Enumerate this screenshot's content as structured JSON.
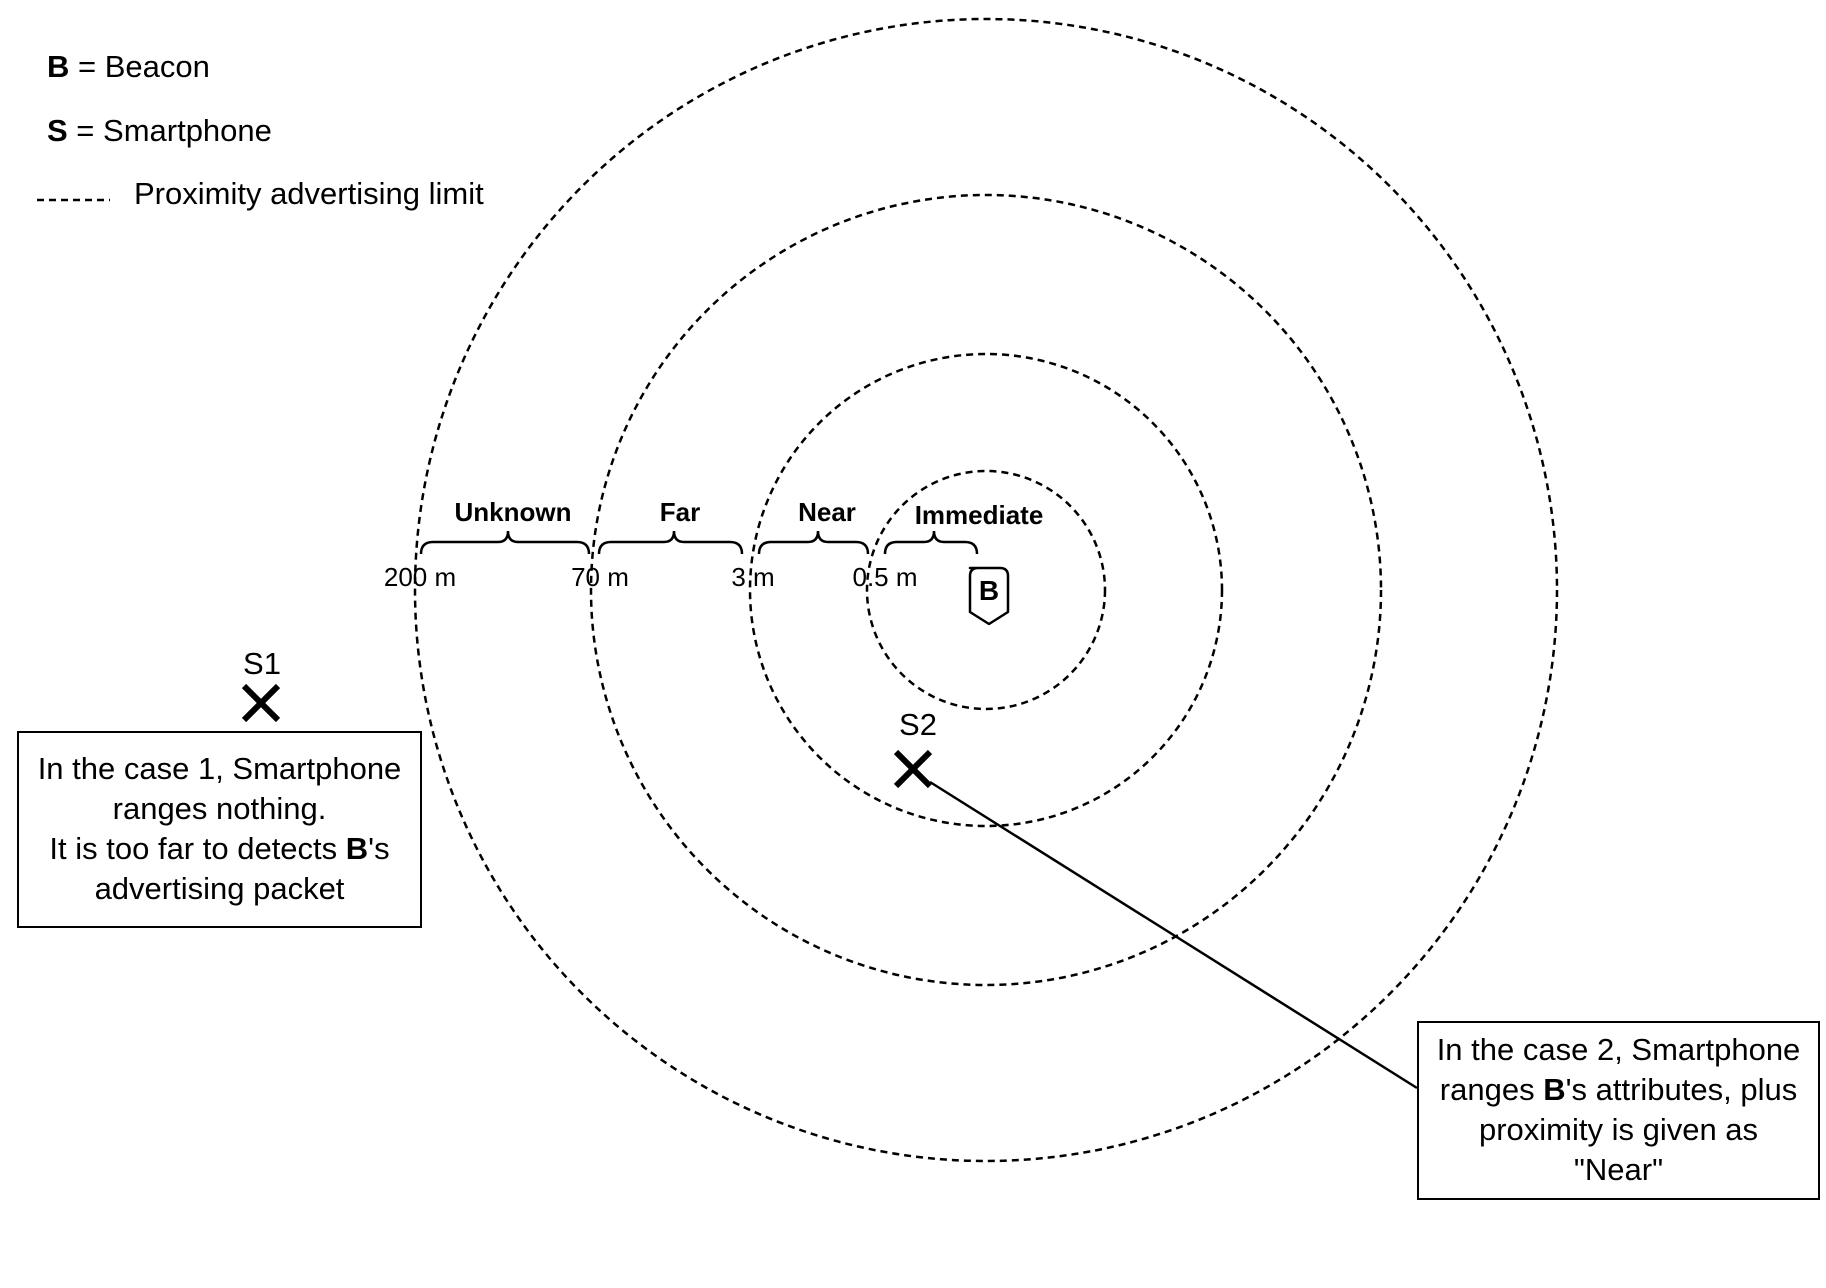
{
  "legend": {
    "beacon_key": "B",
    "beacon_text": " = Beacon",
    "phone_key": "S",
    "phone_text": " = Smartphone",
    "limit_text": "Proximity advertising limit"
  },
  "zones": {
    "unknown": "Unknown",
    "far": "Far",
    "near": "Near",
    "immediate": "Immediate"
  },
  "distances": {
    "d200": "200 m",
    "d70": "70 m",
    "d3": "3 m",
    "d05": "0.5 m"
  },
  "beacon_label": "B",
  "phones": {
    "s1": "S1",
    "s2": "S2"
  },
  "case1": {
    "line1": "In the case 1, Smartphone",
    "line2": "ranges nothing.",
    "line3_pre": "It is too far to detects ",
    "line3_bold": "B",
    "line3_post": "'s",
    "line4": "advertising packet"
  },
  "case2": {
    "line1": "In the case 2, Smartphone",
    "line2_pre": "ranges ",
    "line2_bold": "B",
    "line2_post": "'s attributes, plus",
    "line3": "proximity is given as",
    "line4": "\"Near\""
  }
}
